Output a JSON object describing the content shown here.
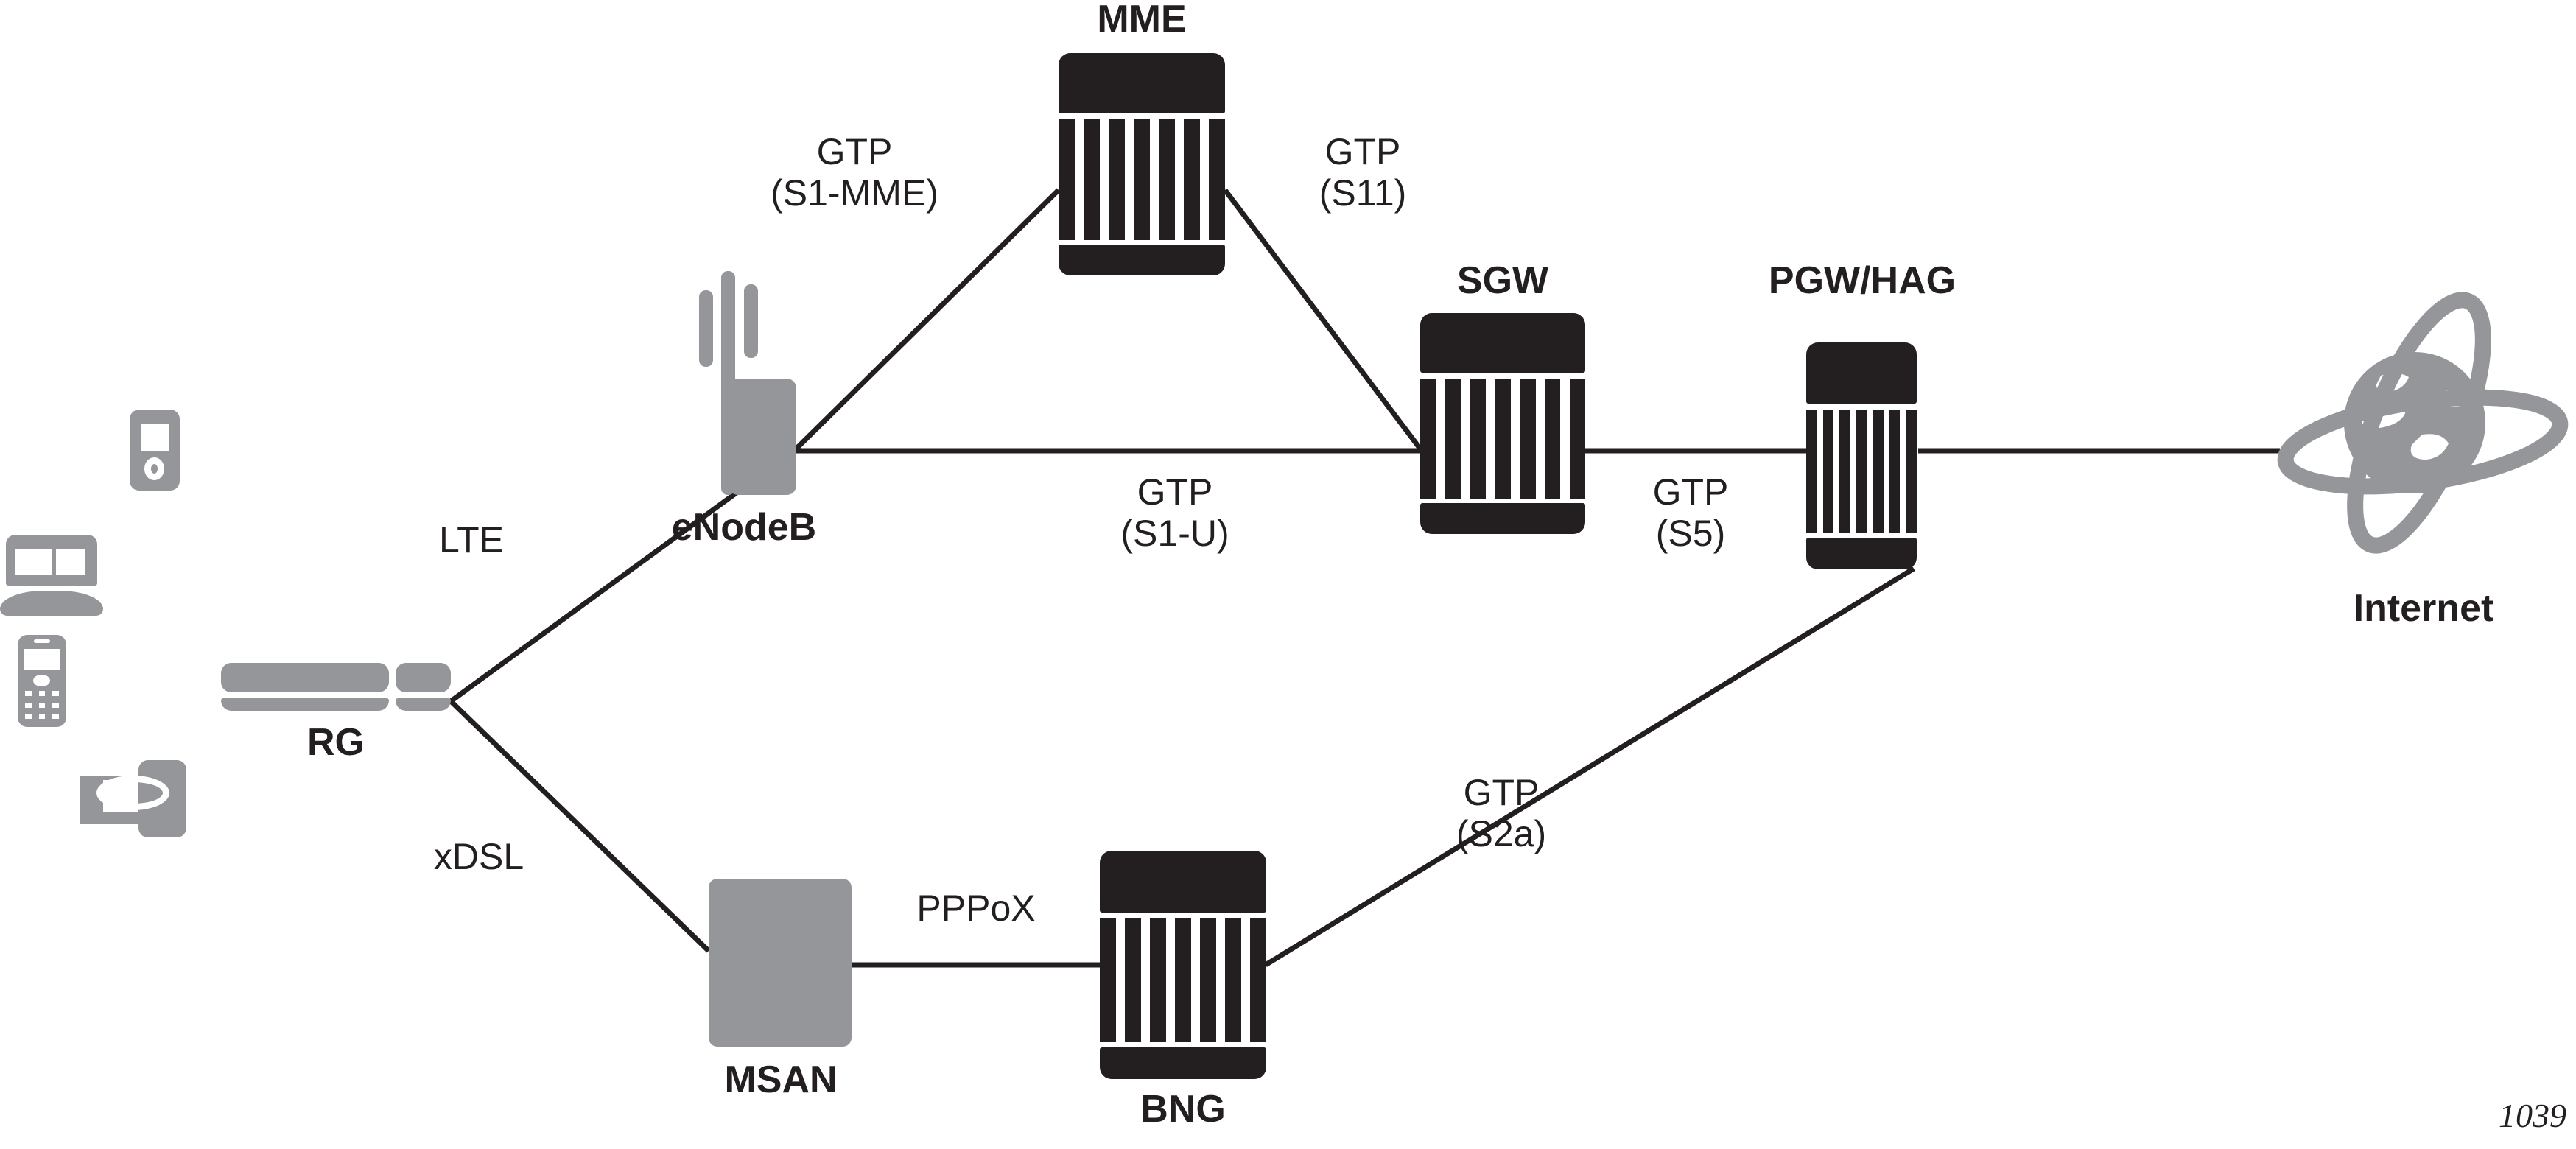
{
  "figure": {
    "number": "1039",
    "colors": {
      "dark": "#231f20",
      "grey": "#949699",
      "background": "#ffffff"
    }
  },
  "nodes": {
    "rg": {
      "label": "RG",
      "type": "residential-gateway"
    },
    "enodeb": {
      "label": "eNodeB",
      "type": "cell-tower"
    },
    "mme": {
      "label": "MME",
      "type": "server"
    },
    "sgw": {
      "label": "SGW",
      "type": "server"
    },
    "pgw": {
      "label": "PGW/HAG",
      "type": "server"
    },
    "internet": {
      "label": "Internet",
      "type": "globe"
    },
    "msan": {
      "label": "MSAN",
      "type": "grey-box"
    },
    "bng": {
      "label": "BNG",
      "type": "server"
    }
  },
  "devices": [
    {
      "name": "media-player",
      "label": ""
    },
    {
      "name": "laptop",
      "label": ""
    },
    {
      "name": "mobile-phone",
      "label": ""
    },
    {
      "name": "tv-set-top-box",
      "label": ""
    }
  ],
  "links": [
    {
      "id": "lte",
      "from": "rg",
      "to": "enodeb",
      "line1": "LTE",
      "line2": ""
    },
    {
      "id": "s1mme",
      "from": "enodeb",
      "to": "mme",
      "line1": "GTP",
      "line2": "(S1-MME)"
    },
    {
      "id": "s11",
      "from": "mme",
      "to": "sgw",
      "line1": "GTP",
      "line2": "(S11)"
    },
    {
      "id": "s1u",
      "from": "enodeb",
      "to": "sgw",
      "line1": "GTP",
      "line2": "(S1-U)"
    },
    {
      "id": "s5",
      "from": "sgw",
      "to": "pgw",
      "line1": "GTP",
      "line2": "(S5)"
    },
    {
      "id": "internet",
      "from": "pgw",
      "to": "internet",
      "line1": "",
      "line2": ""
    },
    {
      "id": "xdsl",
      "from": "rg",
      "to": "msan",
      "line1": "xDSL",
      "line2": ""
    },
    {
      "id": "pppox",
      "from": "msan",
      "to": "bng",
      "line1": "PPPoX",
      "line2": ""
    },
    {
      "id": "s2a",
      "from": "bng",
      "to": "pgw",
      "line1": "GTP",
      "line2": "(S2a)"
    }
  ]
}
